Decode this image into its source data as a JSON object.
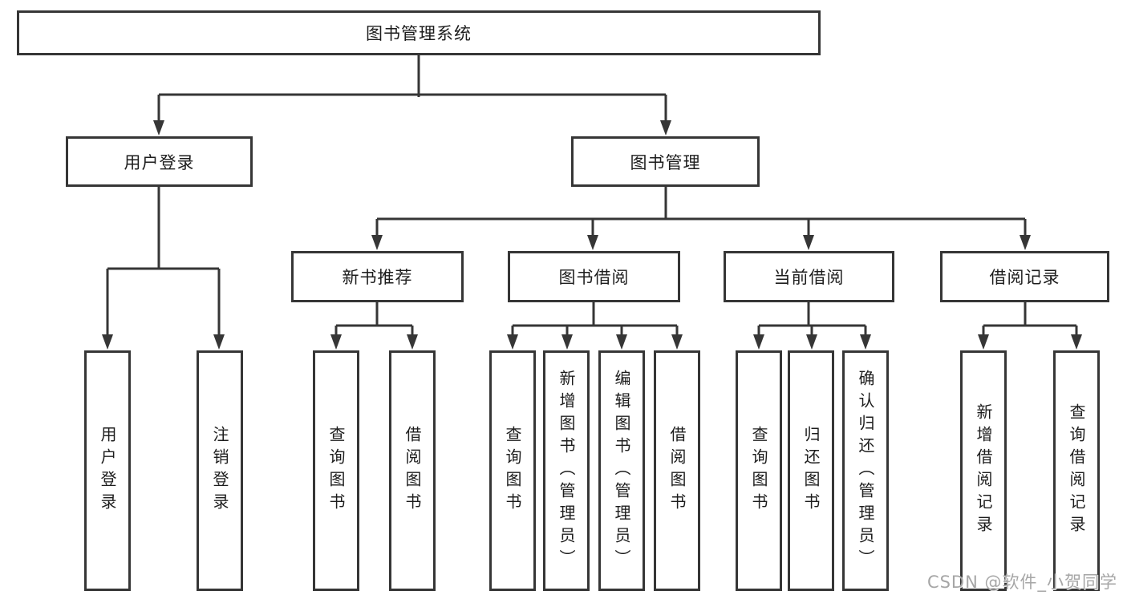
{
  "diagram": {
    "type": "hierarchy-tree",
    "colors": {
      "line": "#363636",
      "text": "#1d1d1d",
      "watermark": "#a6a6a6",
      "background": "#ffffff"
    },
    "root": {
      "label": "图书管理系统"
    },
    "level2": [
      {
        "label": "用户登录",
        "parent": "图书管理系统"
      },
      {
        "label": "图书管理",
        "parent": "图书管理系统"
      }
    ],
    "level3": [
      {
        "label": "新书推荐",
        "parent": "图书管理"
      },
      {
        "label": "图书借阅",
        "parent": "图书管理"
      },
      {
        "label": "当前借阅",
        "parent": "图书管理"
      },
      {
        "label": "借阅记录",
        "parent": "图书管理"
      }
    ],
    "leaves": [
      {
        "label": "用户登录",
        "parent": "用户登录"
      },
      {
        "label": "注销登录",
        "parent": "用户登录"
      },
      {
        "label": "查询图书",
        "parent": "新书推荐"
      },
      {
        "label": "借阅图书",
        "parent": "新书推荐"
      },
      {
        "label": "查询图书",
        "parent": "图书借阅"
      },
      {
        "label": "新增图书（管理员）",
        "parent": "图书借阅"
      },
      {
        "label": "编辑图书（管理员）",
        "parent": "图书借阅"
      },
      {
        "label": "借阅图书",
        "parent": "图书借阅"
      },
      {
        "label": "查询图书",
        "parent": "当前借阅"
      },
      {
        "label": "归还图书",
        "parent": "当前借阅"
      },
      {
        "label": "确认归还（管理员）",
        "parent": "当前借阅"
      },
      {
        "label": "新增借阅记录",
        "parent": "借阅记录"
      },
      {
        "label": "查询借阅记录",
        "parent": "借阅记录"
      }
    ]
  },
  "watermark": {
    "text": "CSDN @软件_小贺同学"
  }
}
